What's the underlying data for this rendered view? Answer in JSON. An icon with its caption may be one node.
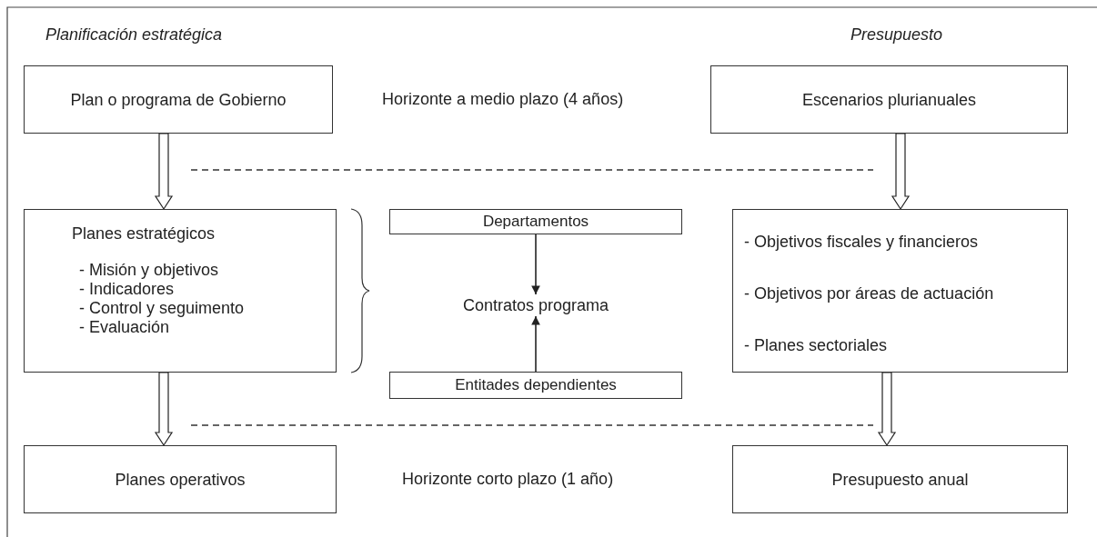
{
  "diagram": {
    "nodes": [
      {
        "text": [
          "Plan o programa de Gobierno"
        ]
      },
      {
        "text": [
          "Escenarios plurianuales"
        ]
      },
      {
        "text": [
          "Planes estratégicos",
          "- Misión y objetivos",
          "- Indicadores",
          "- Control y seguimento",
          "- Evaluación"
        ]
      },
      {
        "text": [
          "Departamentos"
        ]
      },
      {
        "text": [
          "Contratos programa"
        ]
      },
      {
        "text": [
          "Entitades dependientes"
        ]
      },
      {
        "text": [
          "- Objetivos fiscales y financieros",
          "- Objetivos por áreas de actuación",
          "- Planes sectoriales"
        ]
      },
      {
        "text": [
          "Planes operativos"
        ]
      },
      {
        "text": [
          "Presupuesto anual"
        ]
      }
    ],
    "edges": [
      {
        "from": 0,
        "to": 2,
        "arrow": "to"
      },
      {
        "from": 1,
        "to": 6,
        "arrow": "to"
      },
      {
        "from": 3,
        "to": 4,
        "arrow": "to"
      },
      {
        "from": 5,
        "to": 4,
        "arrow": "to"
      },
      {
        "from": 2,
        "to": 7,
        "arrow": "to"
      },
      {
        "from": 6,
        "to": 8,
        "arrow": "to"
      }
    ],
    "labels": [
      "Planificación estratégica",
      "Presupuesto",
      "Horizonte a medio plazo (4 años)",
      "Horizonte corto plazo (1 año)"
    ]
  }
}
